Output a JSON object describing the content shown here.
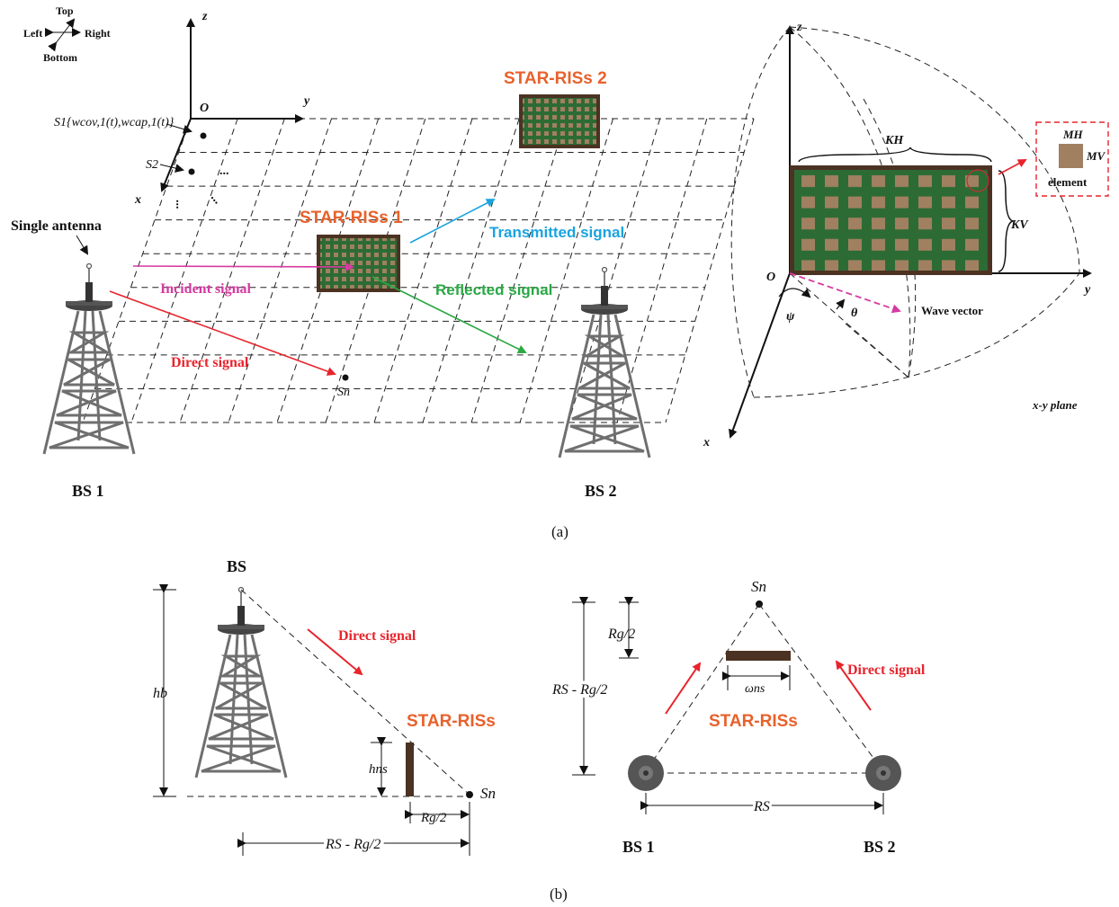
{
  "compass": {
    "top": "Top",
    "left": "Left",
    "right": "Right",
    "bottom": "Bottom"
  },
  "panel_a": {
    "axis_z": "z",
    "axis_y": "y",
    "axis_x": "x",
    "origin": "O",
    "s1": "S1{wcov,1(t),wcap,1(t)}",
    "s2": "S2",
    "ellipsis": "...",
    "sn": "Sn",
    "single_antenna": "Single antenna",
    "star_ris_1": "STAR-RISs 1",
    "star_ris_2": "STAR-RISs 2",
    "incident": "Incident signal",
    "transmitted": "Transmitted signal",
    "reflected": "Reflected signal",
    "direct": "Direct signal",
    "bs1": "BS 1",
    "bs2": "BS 2",
    "kh": "KH",
    "kv": "KV",
    "mh": "MH",
    "mv": "MV",
    "element": "element",
    "psi": "ψ",
    "theta": "θ",
    "wave_vector": "Wave vector",
    "xy_plane": "x-y plane",
    "caption": "(a)"
  },
  "panel_b": {
    "bs": "BS",
    "hb": "hb",
    "direct_left": "Direct signal",
    "star_ris_left": "STAR-RISs",
    "hns": "hns",
    "sn_left": "Sn",
    "rg_half": "Rg/2",
    "rs_minus": "RS - Rg/2",
    "sn_right": "Sn",
    "rg_half_right": "Rg/2",
    "rs_minus_right": "RS - Rg/2",
    "omega": "ωns",
    "direct_right": "Direct signal",
    "star_ris_right": "STAR-RISs",
    "rs": "RS",
    "bs1": "BS 1",
    "bs2": "BS 2",
    "caption": "(b)"
  },
  "colors": {
    "incident": "#d63aa0",
    "transmitted": "#1aa3e0",
    "reflected": "#2aa844",
    "direct": "#e8242c",
    "ris_orange": "#e8612c",
    "ris_green": "#2d6b35",
    "ris_tile": "#a08060"
  }
}
